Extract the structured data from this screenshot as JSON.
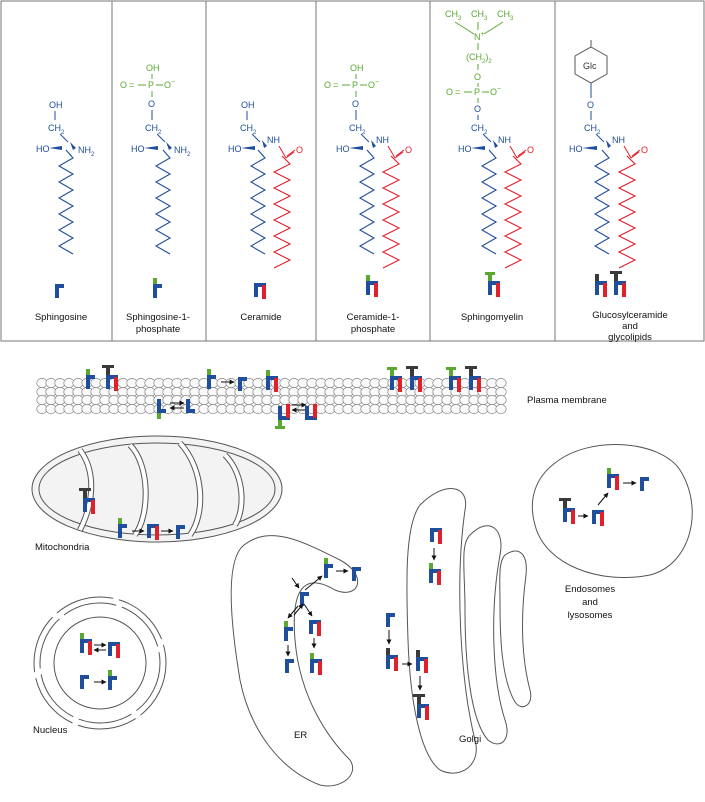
{
  "colors": {
    "sphingoid": "#1f4e9c",
    "fatty_acid": "#e0202a",
    "phosphate": "#5aa832",
    "headgroup": "#3a3a3a",
    "outline": "#555555",
    "organelle_fill": "#f3f3f3"
  },
  "panels": [
    {
      "label_lines": [
        "Sphingosine"
      ]
    },
    {
      "label_lines": [
        "Sphingosine-1-",
        "phosphate"
      ]
    },
    {
      "label_lines": [
        "Ceramide"
      ]
    },
    {
      "label_lines": [
        "Ceramide-1-",
        "phosphate"
      ]
    },
    {
      "label_lines": [
        "Sphingomyelin"
      ]
    },
    {
      "label_lines": [
        "Glucosylceramide",
        "and",
        "glycolipids"
      ]
    }
  ],
  "chem": {
    "oh": "OH",
    "ch2": "CH",
    "sub2": "2",
    "nh2": "NH",
    "nh": "NH",
    "ho": "HO",
    "o": "O",
    "p": "P",
    "o_minus": "O",
    "minus": "−",
    "eq": "=",
    "ch3": "CH",
    "sub3": "3",
    "n_plus": "N",
    "plus": "+",
    "ch2_2": "(CH",
    "ch2_2_close": ")",
    "glc": "Glc"
  },
  "compartments": {
    "plasma_membrane": "Plasma membrane",
    "mitochondria": "Mitochondria",
    "endosomes": [
      "Endosomes",
      "and",
      "lysosomes"
    ],
    "nucleus": "Nucleus",
    "er": "ER",
    "golgi": "Golgi"
  }
}
